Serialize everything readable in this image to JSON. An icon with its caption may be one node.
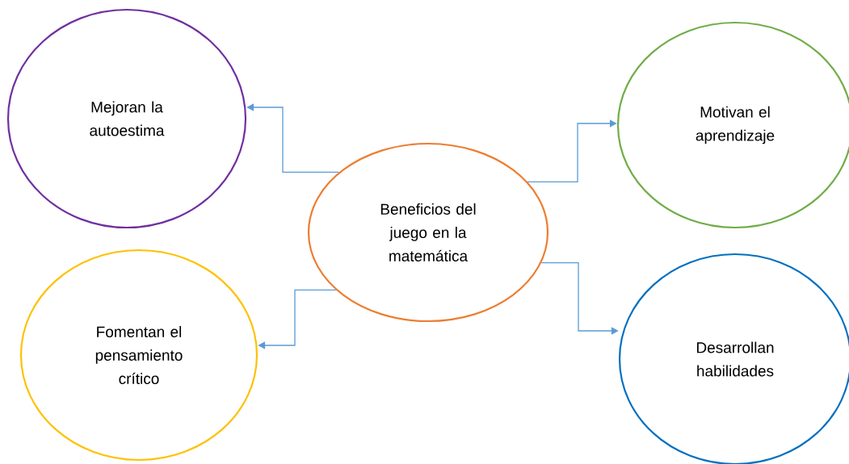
{
  "diagram": {
    "nodes": [
      {
        "text": [
          "Mejoran la autoestima"
        ]
      },
      {
        "text": [
          "Motivan el aprendizaje"
        ]
      },
      {
        "text": [
          "Beneficios del juego en la matemática"
        ]
      },
      {
        "text": [
          "Fomentan el pensamiento crítico"
        ]
      },
      {
        "text": [
          "Desarrollan habilidades"
        ]
      }
    ],
    "edges": [
      {
        "from": 2,
        "to": 0,
        "arrow": "to"
      },
      {
        "from": 2,
        "to": 1,
        "arrow": "to"
      },
      {
        "from": 2,
        "to": 3,
        "arrow": "to"
      },
      {
        "from": 2,
        "to": 4,
        "arrow": "to"
      }
    ]
  }
}
